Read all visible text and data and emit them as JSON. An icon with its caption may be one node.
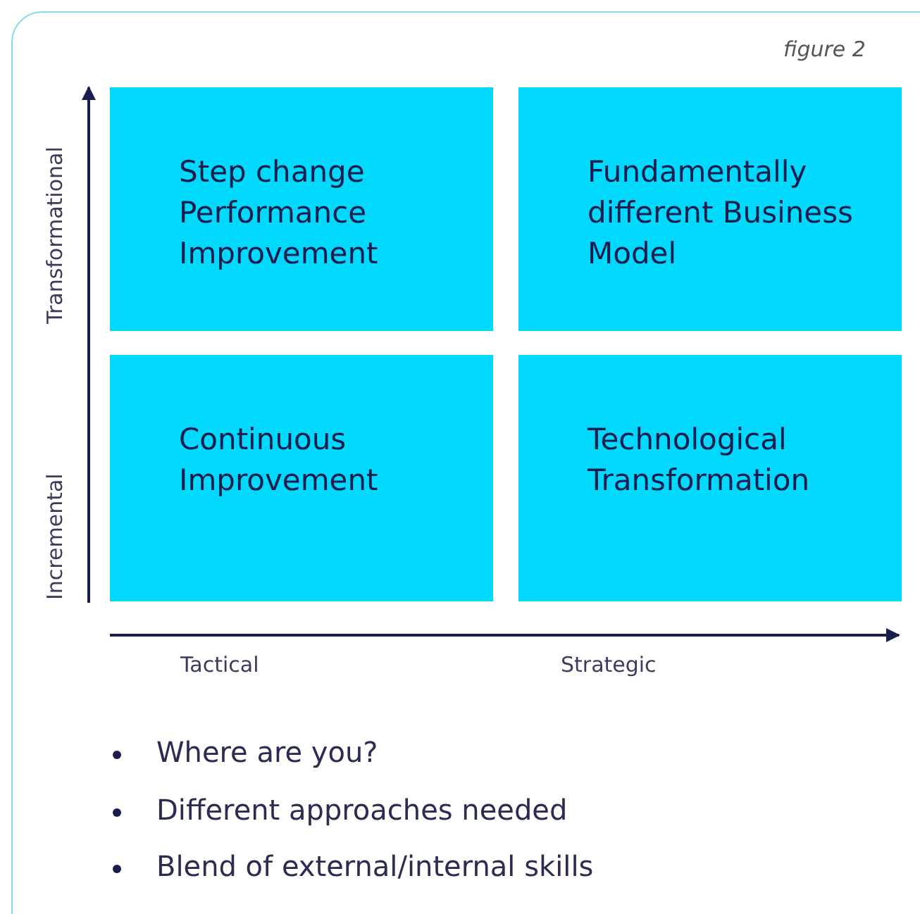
{
  "diagram": {
    "nodes": [
      {
        "text": [
          "Step change Performance Improvement"
        ]
      },
      {
        "text": [
          "Fundamentally different Business Model"
        ]
      },
      {
        "text": [
          "Continuous Improvement"
        ]
      },
      {
        "text": [
          "Technological Transformation"
        ]
      }
    ],
    "labels": [
      "figure 2",
      "Transformational",
      "Incremental",
      "Tactical",
      "Strategic",
      "Where are you?",
      "Different approaches needed",
      "Blend of external/internal skills"
    ]
  }
}
